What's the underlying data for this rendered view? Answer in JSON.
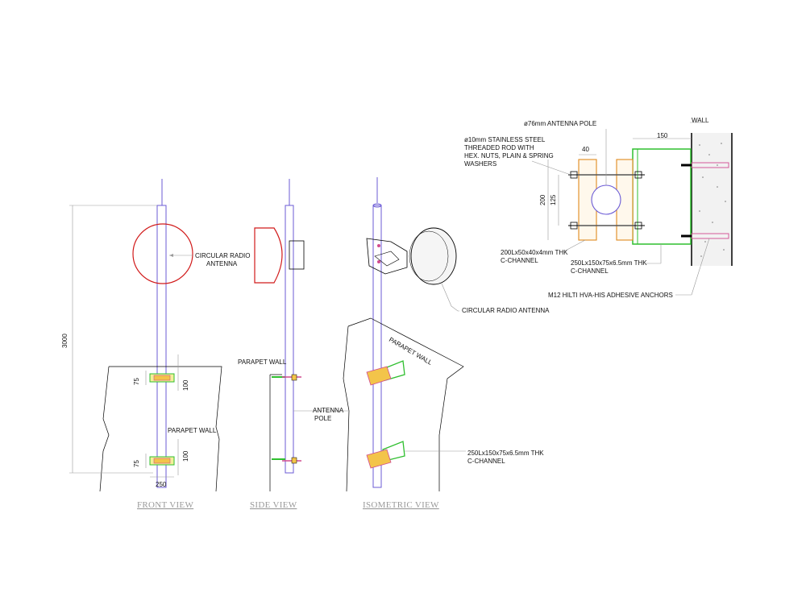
{
  "views": {
    "front": "FRONT VIEW",
    "side": "SIDE VIEW",
    "isometric": "ISOMETRIC VIEW"
  },
  "front_view": {
    "antenna_label_1": "CIRCULAR RADIO",
    "antenna_label_2": "ANTENNA",
    "parapet_label": "PARAPET WALL",
    "dim_height": "3000",
    "dim_75_top": "75",
    "dim_100_top": "100",
    "dim_75_bottom": "75",
    "dim_100_bottom": "100",
    "dim_250": "250"
  },
  "side_view": {
    "parapet_label": "PARAPET WALL",
    "pole_label_1": "ANTENNA",
    "pole_label_2": "POLE"
  },
  "iso_view": {
    "parapet_label": "PARAPET WALL",
    "antenna_label": "CIRCULAR RADIO ANTENNA",
    "channel_label_1": "250Lx150x75x6.5mm THK",
    "channel_label_2": "C-CHANNEL"
  },
  "detail": {
    "pole_label": "ø76mm ANTENNA POLE",
    "rod_label_1": "ø10mm STAINLESS STEEL",
    "rod_label_2": "THREADED ROD WITH",
    "rod_label_3": "HEX. NUTS, PLAIN & SPRING",
    "rod_label_4": "WASHERS",
    "wall_label": "WALL",
    "dim_40": "40",
    "dim_150": "150",
    "dim_200": "200",
    "dim_125": "125",
    "small_channel_1": "200Lx50x40x4mm THK",
    "small_channel_2": "C-CHANNEL",
    "big_channel_1": "250Lx150x75x6.5mm THK",
    "big_channel_2": "C-CHANNEL",
    "anchor_label": "M12 HILTI HVA-HIS ADHESIVE ANCHORS"
  },
  "colors": {
    "pole": "#6b5bd6",
    "antenna": "#d11a1a",
    "channel_small": "#e08a1e",
    "channel_big": "#2fbf2f",
    "rod": "#d14b8f",
    "bracket": "#e8d64a"
  }
}
